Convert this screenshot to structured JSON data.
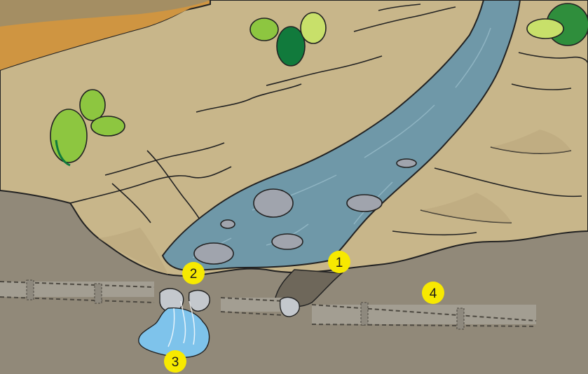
{
  "labels": {
    "leak_point": "1",
    "broken_pipe": "2",
    "water_puddle": "3",
    "pipeline": "4"
  },
  "colors": {
    "subsoil": "#918979",
    "ground": "#c8b68a",
    "road": "#cf9541",
    "water": "#6f98a8",
    "rock": "#a0a4ad",
    "cactus": "#8dc640",
    "cactus_dark": "#117a3c",
    "badge": "#f7e900",
    "pipe": "#a39e92"
  },
  "icons": [
    "cactus-icon",
    "rock-icon"
  ]
}
